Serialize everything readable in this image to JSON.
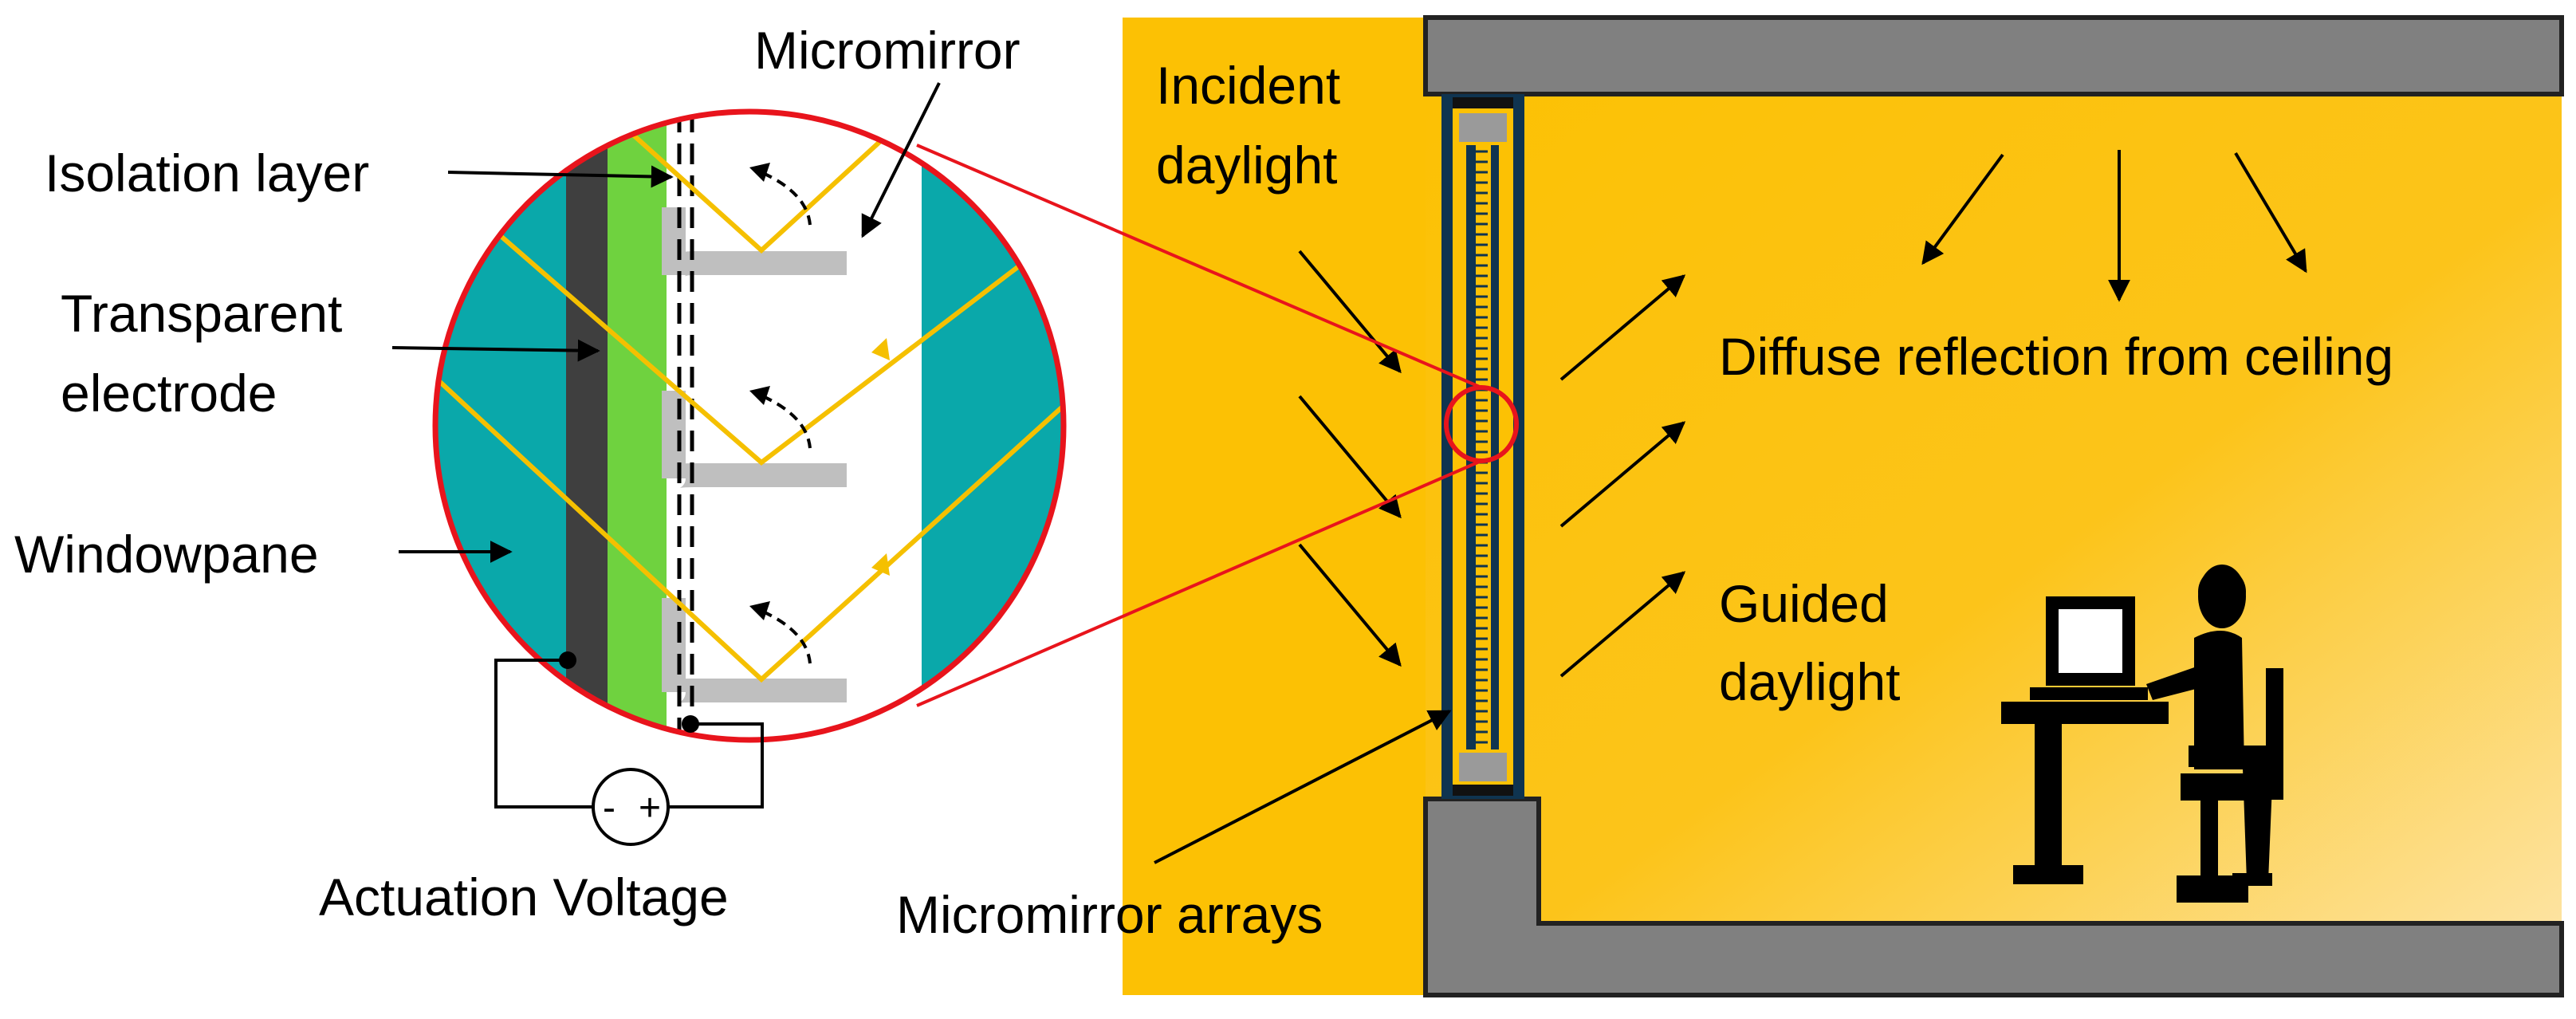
{
  "labels": {
    "micromirror": "Micromirror",
    "isolation_layer": "Isolation layer",
    "transparent": "Transparent",
    "electrode": "electrode",
    "windowpane": "Windowpane",
    "actuation_voltage": "Actuation Voltage",
    "minus": "-",
    "plus": "+",
    "incident": "Incident",
    "incident_daylight": "daylight",
    "diffuse_reflection": "Diffuse reflection from ceiling",
    "guided": "Guided",
    "guided_daylight": "daylight",
    "micromirror_arrays": "Micromirror arrays"
  },
  "colors": {
    "daylight_orange": "#fcc104",
    "room_light": "#fde3a0",
    "wall_gray": "#808080",
    "glass_teal": "#0aa8aa",
    "electrode_dark": "#3f3f3f",
    "isolation_green": "#6fd23f",
    "mirror_gray": "#bfbfbf",
    "ray_yellow": "#f5c000",
    "highlight_red": "#e8141c",
    "frame_navy": "#0f3450"
  }
}
